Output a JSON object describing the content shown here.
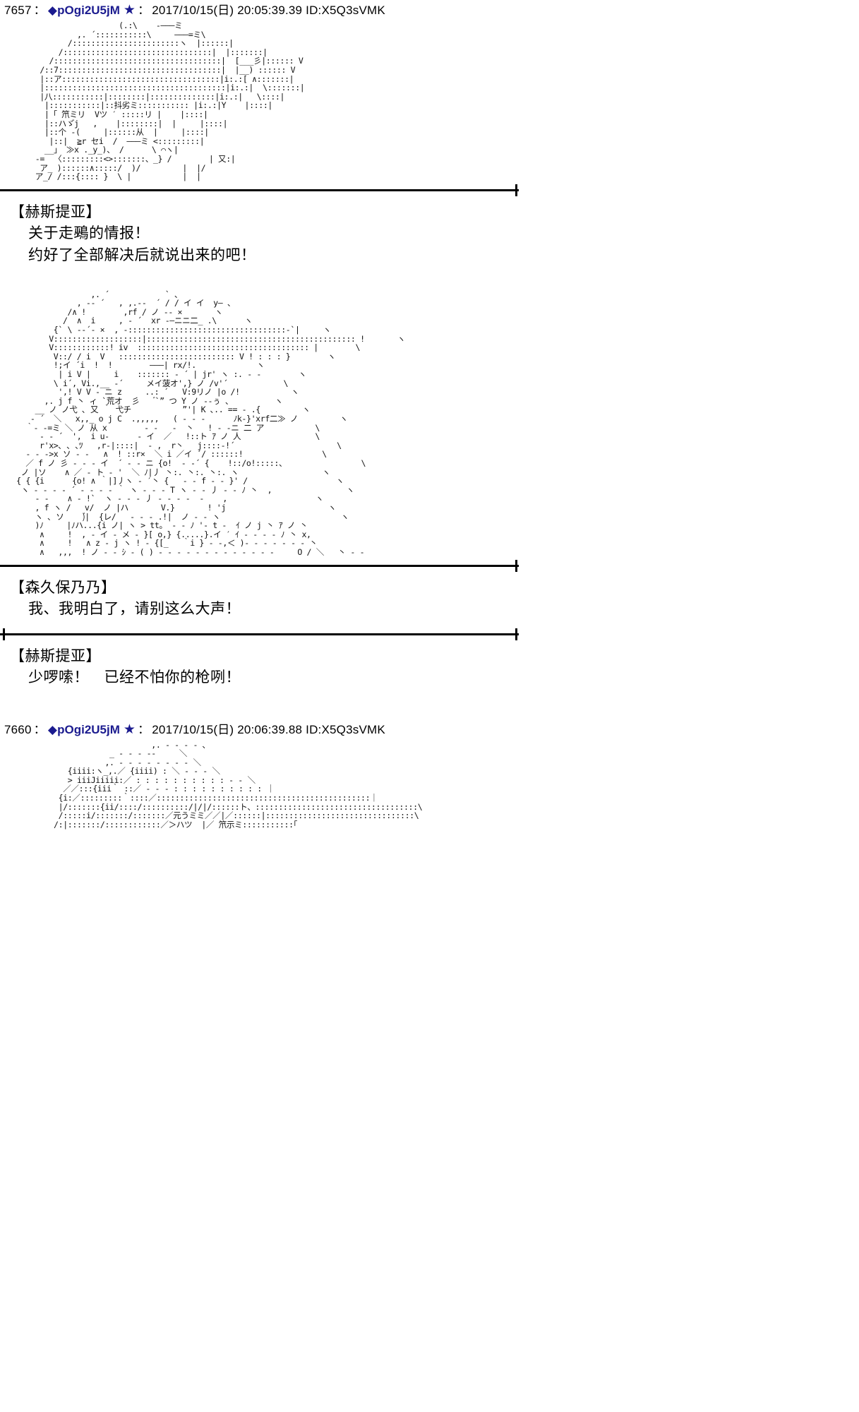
{
  "page": {
    "background_color": "#ffffff",
    "text_color": "#000000",
    "trip_color": "#1b1b8f"
  },
  "posts": [
    {
      "number": "7657",
      "colon": "：",
      "diamond": "◆",
      "tripcode": "pOgi2U5jM",
      "star": "★",
      "colon2": "：",
      "date": "2017/10/15(日) 20:05:39.39",
      "id": "ID:X5Q3sVMK"
    },
    {
      "number": "7660",
      "colon": "：",
      "diamond": "◆",
      "tripcode": "pOgi2U5jM",
      "star": "★",
      "colon2": "：",
      "date": "2017/10/15(日) 20:06:39.88",
      "id": "ID:X5Q3sVMK"
    }
  ],
  "ascii_art": {
    "art_1": "                     (.:\\    ‐―――ミ\n            ,. ´:::::::::::\\     ―――=ミ\\\n          /:::::::::::::::::::::::ヽ  |::::::|\n        /::::::::::::::::::::::::::::::::|  |:::::::|\n      /::::::::::::::::::::::::::::::::::::|  [___彡|:::::: V\n    /::7:::::::::::::::::::::::::::::::::::|  |__) :::::: V\n    |::ア::::::::::::::::::::::::::::::::::|i:.:[ ∧:::::::|\n    |:::::::::::::::::::::::::::::::::::::::|i:.:|  \\:::::::|\n    |八:::::::::::|::::::::|::::::::::::::|i:.:|   \\::::|\n     |:::::::::::|::抖劣ミ::::::::::: |i:.:|Y    |::::|\n     |「 笊ミリ  Vツ ′ :::::リ |    |::::|\n     |::ハゞ゙j   ,    |::::::::|  |     |::::|\n     |::个 ‐(     |::::::从  |     |::::|\n      |::|  ≧r セi  /  ―――ミ <:::::::::|\n     __」 ≫x ._y_)、 /      \\ ⌒ヽ|\n   ‐=  〈:::::::::<>:::::::、_} /        | 又:|\n    ア_ )::::::∧:::::/  )/         |  |/\n   ア_/ /:::{:::: }  \\ |           |  |",
    "art_2": "                  ,. ´            ` 、\n               , -‐ ´   , ,.-‐  ´ / / イ イ  y― 、\n             /∧ !        ,rf / ノ ‐‐ ×       ヽ\n            /  ∧  i     , ‐ ´  xr ‐―ニニ二_ .\\      ヽ\n          {` \\ --´‐ ×  , ‐::::::::::::::::::::::::::::::::::‐`|     ヽ\n         V:::::::::::::::::::|::::::::::::::::::::::::::::::::::::::::::::: !       ヽ\n         V::::::::::::! iv  ::::::::::::::::::::::::::::::::::::: |        \\\n          V::/ / i  V   ::::::::::::::::::::::::: V ! : : : }        ヽ\n          !;イ ´i  !  !        ―――| rx/!.             ヽ\n           | i V |     i    ::::::: ‐ ´ | jr' ヽ :. ‐ ‐        ヽ\n          \\ i´, Vi.,__ ‐´     メイ菠オ',} ノ /v'´            \\\n           ',! V V ‐ ニ z     ..: ´   V:9リノ |o /!           ヽ\n        ,. j f 丶 ィ `荒オ  彡    ゙`” つ Y ノ ‐‐ぅ 、         ヽ\n      __ ノ ノ弋 ､ 又 ｀ 弋チ           ”'| K ､.. == ‐ .{         ヽ\n     ‐ ´  ＼   x,,_ o j C  .,,,,,   ( ‐ ‐ ‐      ﾉk‐}'xrf二≫ ノ         ヽ\n    ｀‐ ‐=ミ ＼ ノ 从 x        ‐ ‐   ‐  丶   ! ‐ ‐ニ 二 ア           \\\n       ‐ ‐ ´  ',  i u‐      ‐ イ  ／   !::ト ｱ ノ 人                \\\n       r'x>､ ､ ､ﾂ   ,r‐|::::|  ‐ ,  r丶   j::::‐!´                      \\\n    ‐ ‐ ‐>x ソ ‐ ‐   ∧  ! ::r×  ＼ i ／イ ´/ ::::::!                 \\\n    ／ f ノ 彡 ‐ ‐ ‐ イ  ´ ‐ ‐ ニ {o!  ‐ ‐´ {    !::/o!:::::、                \\\n   ノ |ソ    ∧ ／ ‐ ト ‐ '  ＼ ﾉ|丿 丶:. 丶:. 丶:. ヽ                  ヽ\n  { { {i      {o! ∧ ｀|]丿ヽ ‐ ′丶 {   ‐ ‐ f ‐ ‐ }' /                   ヽ\n   ヽ ‐ ‐ ‐ ‐ ´ ‐ ‐ ‐ ‐ ｀ ヽ ‐ ‐ ‐ T ヽ ‐ ‐ 丿 ‐ ‐ ﾉ 丶  ,                ヽ\n      ‐ ‐    ∧ ‐ !`  ヽ ‐ ‐ ‐ 丿 ‐ ‐ ‐ ‐  ‐    ,                   ヽ\n      , f ヽ /   v/  ノ |ハ       V.}       ! 'j                      ヽ\n      ヽ ､ ソ    )゙|  {レ/   ‐ ‐ ‐ .!|  ノ ‐ ‐ ヽ                          ヽ\n      )ﾉ     |ﾉハ...{i ノ| ヽ > tt。 ‐ ‐ ﾉ '‐ t ‐  ｲ ノ j 丶 ｱ ノ 丶\n       ∧     !  , ‐ イ ‐ メ ‐ }[ o,} {.....}.イ ′ ｲ ‐ ‐ ‐ ‐ ﾉ 丶 x,\n       ∧     !   ∧ z ‐ j ヽ ! ‐ {[_   ｀i } ‐ ‐,＜ )‐ ‐ ‐ ‐ ‐ ‐ ‐ 丶\n       ∧   ,,,  ! ノ ‐ ‐ ｼ ‐ ( ) ‐ ‐ ‐ ‐ ‐ ‐ ‐ ‐ ‐ ‐ ‐ ‐ ‐     O / ＼   丶 ‐ ‐",
    "art_3": "                            ,. ‐ ‐ ‐ ‐ ､\n                   _ ‐ ‐ ‐ ‐‐     ＼\n                  ,. ‐ ‐ ‐ ‐ ‐ ‐ ‐ ‐ ＼\n          {iiii:ヽ_,.／ {iiii) : ＼ ‐ ‐ ‐ ＼\n          > iiiJiiiii:／ : : : : : : : : : : ‐ ‐ ＼\n         ／／:::{iii｀ ::／ ‐ ‐ ‐ : : : : : : : : : : ｜\n        {i:／:::::::::｀::::／::::::::::::::::::::::::::::::::::::::::::::::｜\n        |/:::::::{ii/::::/::::::::::/|/|/::::::ト、:::::::::::::::::::::::::::::::::::\\\n        /:::::i/:::::::/:::::::／元うミミ／／|／::::::|::::::::::::::::::::::::::::::::\\\n       /:|:::::::/::::::::::::／＞ハツ  |／ 笊示ミ:::::::::::｢"
  },
  "dialogue_blocks": [
    {
      "speaker": "【赫斯提亚】",
      "lines": [
        "关于走鵐的情报！",
        "约好了全部解决后就说出来的吧！"
      ]
    },
    {
      "speaker": "【森久保乃乃】",
      "lines": [
        "我、我明白了，请别这么大声！"
      ]
    },
    {
      "speaker": "【赫斯提亚】",
      "lines": [
        "少啰嗦！　已经不怕你的枪咧！"
      ]
    }
  ]
}
